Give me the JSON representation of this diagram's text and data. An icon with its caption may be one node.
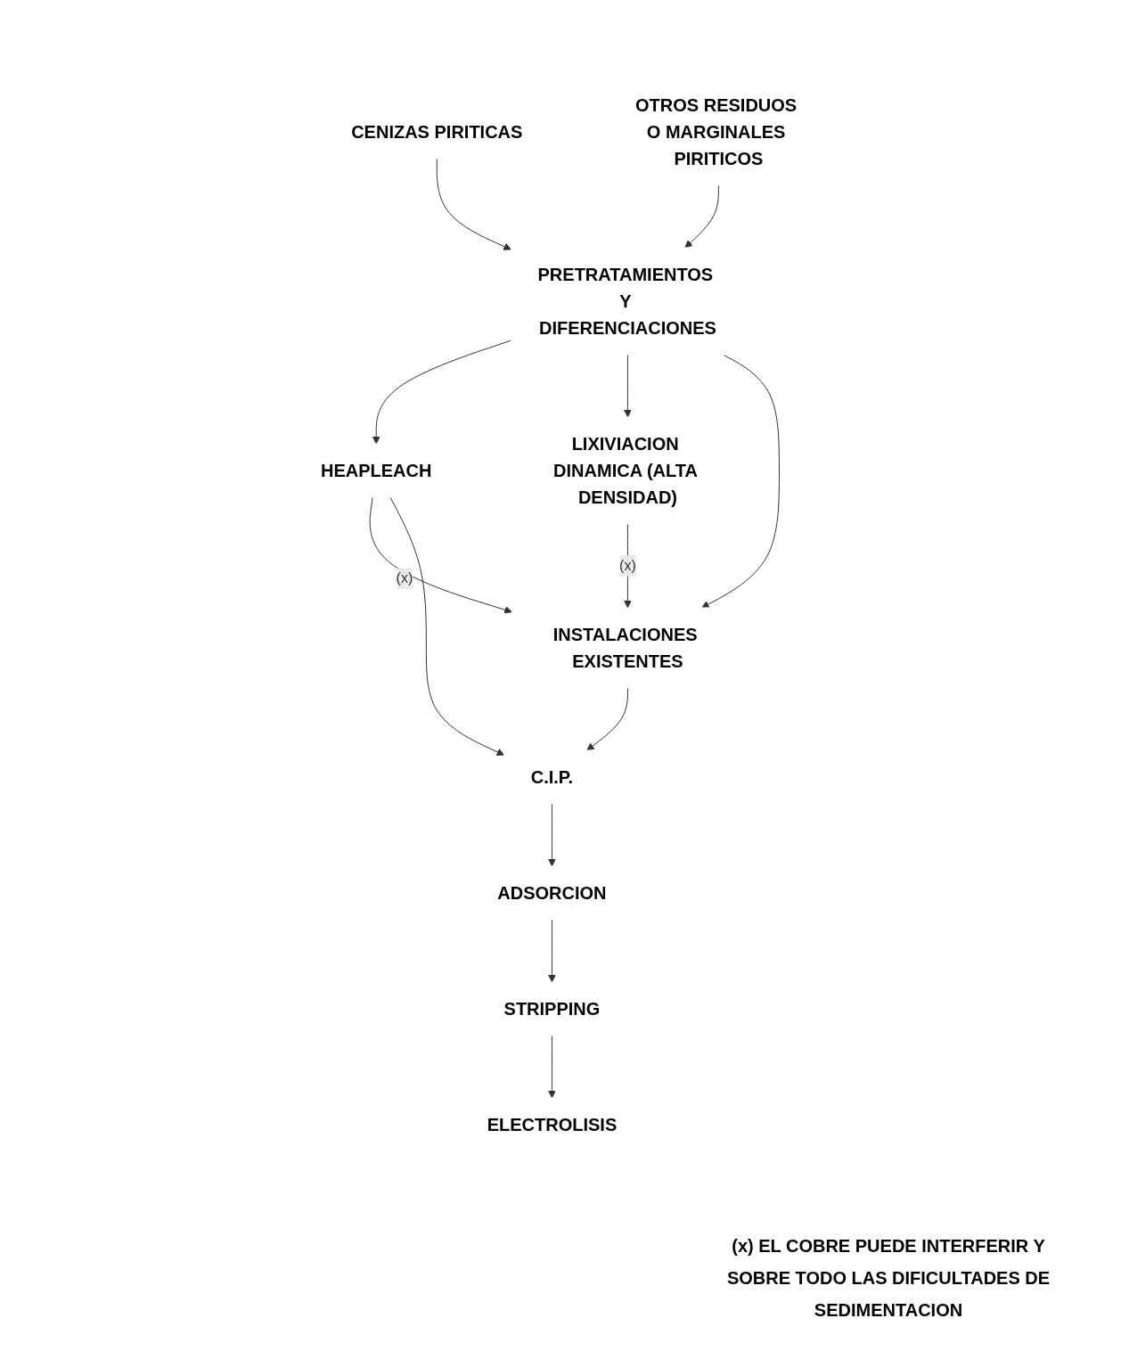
{
  "diagram": {
    "nodes": [
      {
        "text": [
          "CENIZAS PIRITICAS"
        ]
      },
      {
        "text": [
          "PRETRATAMIENTOS Y DIFERENCIACIONES"
        ]
      },
      {
        "text": [
          "OTROS RESIDUOS O MARGINALES PIRITICOS"
        ]
      },
      {
        "text": [
          "HEAPLEACH"
        ]
      },
      {
        "text": [
          "LIXIVIACION DINAMICA (ALTA DENSIDAD)"
        ]
      },
      {
        "text": [
          "INSTALACIONES EXISTENTES"
        ]
      },
      {
        "text": [
          "C.I.P."
        ]
      },
      {
        "text": [
          "ADSORCION"
        ]
      },
      {
        "text": [
          "STRIPPING"
        ]
      },
      {
        "text": [
          "ELECTROLISIS"
        ]
      }
    ],
    "edges": [
      {
        "from": 0,
        "to": 1,
        "arrow": "to"
      },
      {
        "from": 2,
        "to": 1,
        "arrow": "to"
      },
      {
        "from": 1,
        "to": 3,
        "arrow": "to"
      },
      {
        "from": 1,
        "to": 4,
        "arrow": "to"
      },
      {
        "from": 1,
        "to": 5,
        "arrow": "to"
      },
      {
        "from": 4,
        "to": 5,
        "label": "(x)",
        "arrow": "to"
      },
      {
        "from": 3,
        "to": 5,
        "label": "(x)",
        "arrow": "to"
      },
      {
        "from": 3,
        "to": 6,
        "arrow": "to"
      },
      {
        "from": 5,
        "to": 6,
        "arrow": "to"
      },
      {
        "from": 6,
        "to": 7,
        "arrow": "to"
      },
      {
        "from": 7,
        "to": 8,
        "arrow": "to"
      },
      {
        "from": 8,
        "to": 9,
        "arrow": "to"
      }
    ],
    "labels": [
      "(x) EL COBRE PUEDE INTERFERIR Y SOBRE TODO LAS DIFICULTADES DE SEDIMENTACION"
    ]
  }
}
